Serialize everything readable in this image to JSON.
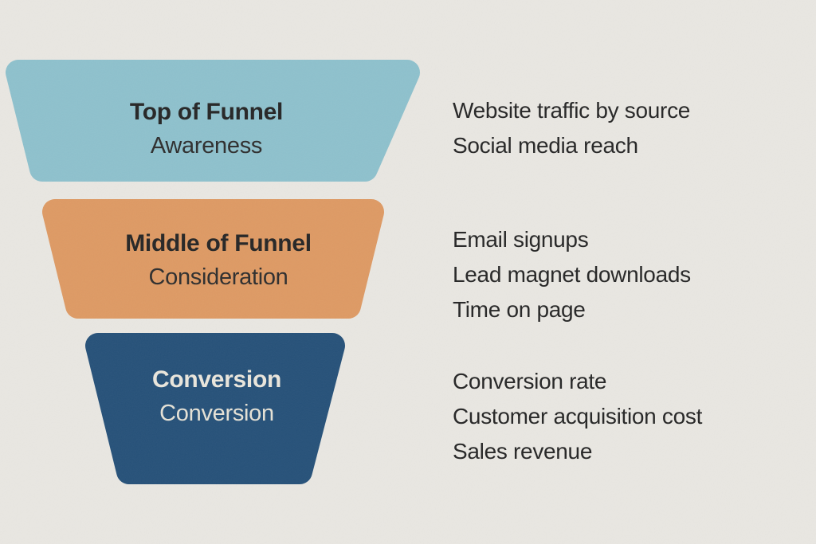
{
  "diagram": {
    "type": "marketing-funnel",
    "background_color": "#e9e7e2",
    "text_color_dark": "#262626",
    "text_color_light": "#eae6dc"
  },
  "funnel": {
    "stages": [
      {
        "level": "top",
        "title": "Top of Funnel",
        "subtitle": "Awareness",
        "color": "#8ec1cd",
        "metrics": [
          "Website traffic by source",
          "Social media reach"
        ]
      },
      {
        "level": "middle",
        "title": "Middle of Funnel",
        "subtitle": "Consideration",
        "color": "#de9a64",
        "metrics": [
          "Email signups",
          "Lead magnet downloads",
          "Time on page"
        ]
      },
      {
        "level": "bottom",
        "title": "Conversion",
        "subtitle": "Conversion",
        "color": "#265179",
        "metrics": [
          "Conversion rate",
          "Customer acquisition cost",
          "Sales revenue"
        ]
      }
    ]
  }
}
